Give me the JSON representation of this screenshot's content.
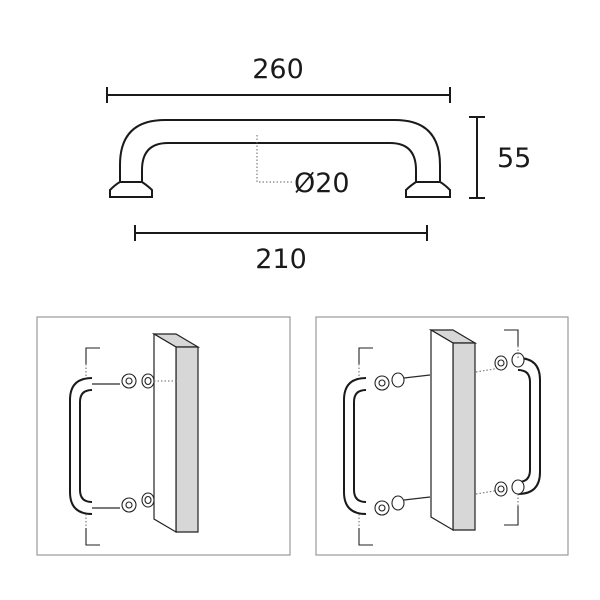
{
  "dimensions": {
    "overall_length": "260",
    "height": "55",
    "diameter": "Ø20",
    "center_distance": "210"
  }
}
